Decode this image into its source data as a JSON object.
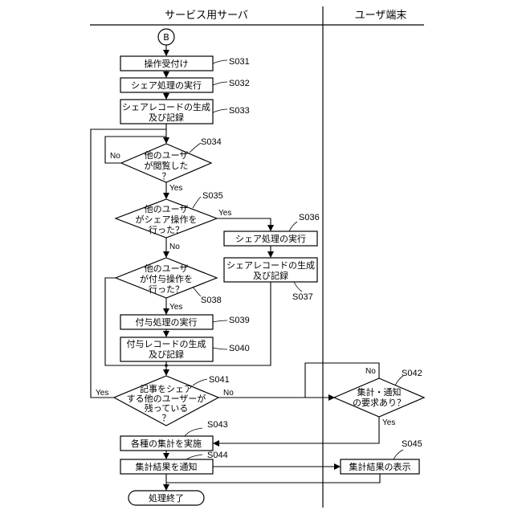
{
  "lanes": {
    "server": "サービス用サーバ",
    "terminal": "ユーザ端末"
  },
  "connector": "B",
  "steps": {
    "s031": {
      "text": "操作受付け",
      "ref": "S031"
    },
    "s032": {
      "text": "シェア処理の実行",
      "ref": "S032"
    },
    "s033": {
      "line1": "シェアレコードの生成",
      "line2": "及び記録",
      "ref": "S033"
    },
    "s034": {
      "line1": "他のユーザ",
      "line2": "が閲覧した",
      "line3": "？",
      "ref": "S034"
    },
    "s035": {
      "line1": "他のユーザ",
      "line2": "がシェア操作を",
      "line3": "行った？",
      "ref": "S035"
    },
    "s036": {
      "text": "シェア処理の実行",
      "ref": "S036"
    },
    "s037": {
      "line1": "シェアレコードの生成",
      "line2": "及び記録",
      "ref": "S037"
    },
    "s038": {
      "line1": "他のユーザ",
      "line2": "が付与操作を",
      "line3": "行った？",
      "ref": "S038"
    },
    "s039": {
      "text": "付与処理の実行",
      "ref": "S039"
    },
    "s040": {
      "line1": "付与レコードの生成",
      "line2": "及び記録",
      "ref": "S040"
    },
    "s041": {
      "line1": "記事をシェア",
      "line2": "する他のユーザーが",
      "line3": "残っている",
      "line4": "？",
      "ref": "S041"
    },
    "s042": {
      "line1": "集計・通知",
      "line2": "の要求あり？",
      "ref": "S042"
    },
    "s043": {
      "text": "各種の集計を実施",
      "ref": "S043"
    },
    "s044": {
      "text": "集計結果を通知",
      "ref": "S044"
    },
    "s045": {
      "text": "集計結果の表示",
      "ref": "S045"
    },
    "end": {
      "text": "処理終了"
    }
  },
  "labels": {
    "yes": "Yes",
    "no": "No"
  }
}
